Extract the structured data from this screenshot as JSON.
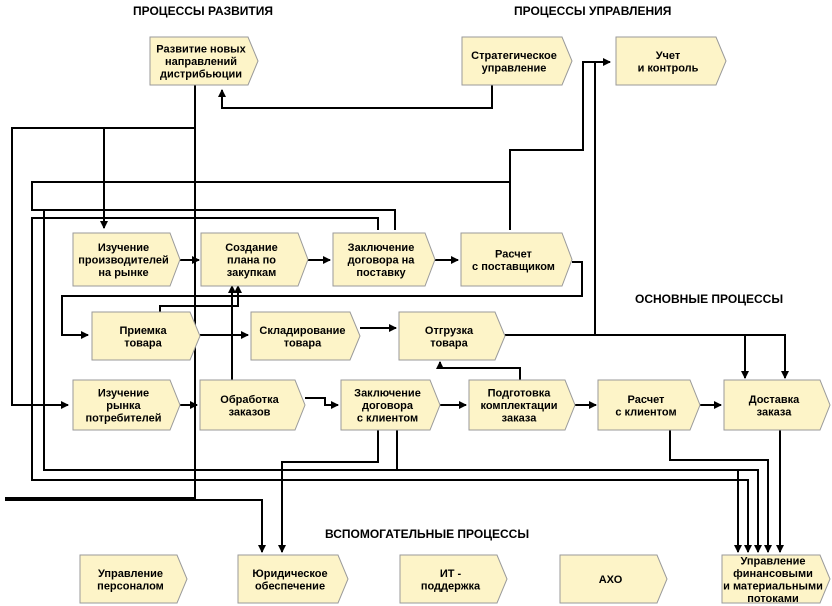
{
  "sections": {
    "development": "ПРОЦЕССЫ РАЗВИТИЯ",
    "management": "ПРОЦЕССЫ УПРАВЛЕНИЯ",
    "core": "ОСНОВНЫЕ ПРОЦЕССЫ",
    "support": "ВСПОМОГАТЕЛЬНЫЕ ПРОЦЕССЫ"
  },
  "nodes": {
    "razvitie": [
      "Развитие новых",
      "направлений",
      "дистрибьюции"
    ],
    "strateg": [
      "Стратегическое",
      "управление"
    ],
    "uchet": [
      "Учет",
      "и контроль"
    ],
    "izuch_proizv": [
      "Изучение",
      "производителей",
      "на рынке"
    ],
    "sozdanie": [
      "Создание",
      "плана по",
      "закупкам"
    ],
    "zakl_post": [
      "Заключение",
      "договора на",
      "поставку"
    ],
    "raschet_post": [
      "Расчет",
      "с поставщиком"
    ],
    "priemka": [
      "Приемка",
      "товара"
    ],
    "sklad": [
      "Складирование",
      "товара"
    ],
    "otgruzka": [
      "Отгрузка",
      "товара"
    ],
    "izuch_potr": [
      "Изучение",
      "рынка",
      "потребителей"
    ],
    "obrabotka": [
      "Обработка",
      "заказов"
    ],
    "zakl_klient": [
      "Заключение",
      "договора",
      "с клиентом"
    ],
    "podgotovka": [
      "Подготовка",
      "комплектации",
      "заказа"
    ],
    "raschet_klient": [
      "Расчет",
      "с клиентом"
    ],
    "dostavka": [
      "Доставка",
      "заказа"
    ],
    "personal": [
      "Управление",
      "персоналом"
    ],
    "yurid": [
      "Юридическое",
      "обеспечение"
    ],
    "it": [
      "ИТ -",
      "поддержка"
    ],
    "aho": [
      "АХО"
    ],
    "finance": [
      "Управление",
      "финансовыми",
      "и материальными",
      "потоками"
    ]
  }
}
